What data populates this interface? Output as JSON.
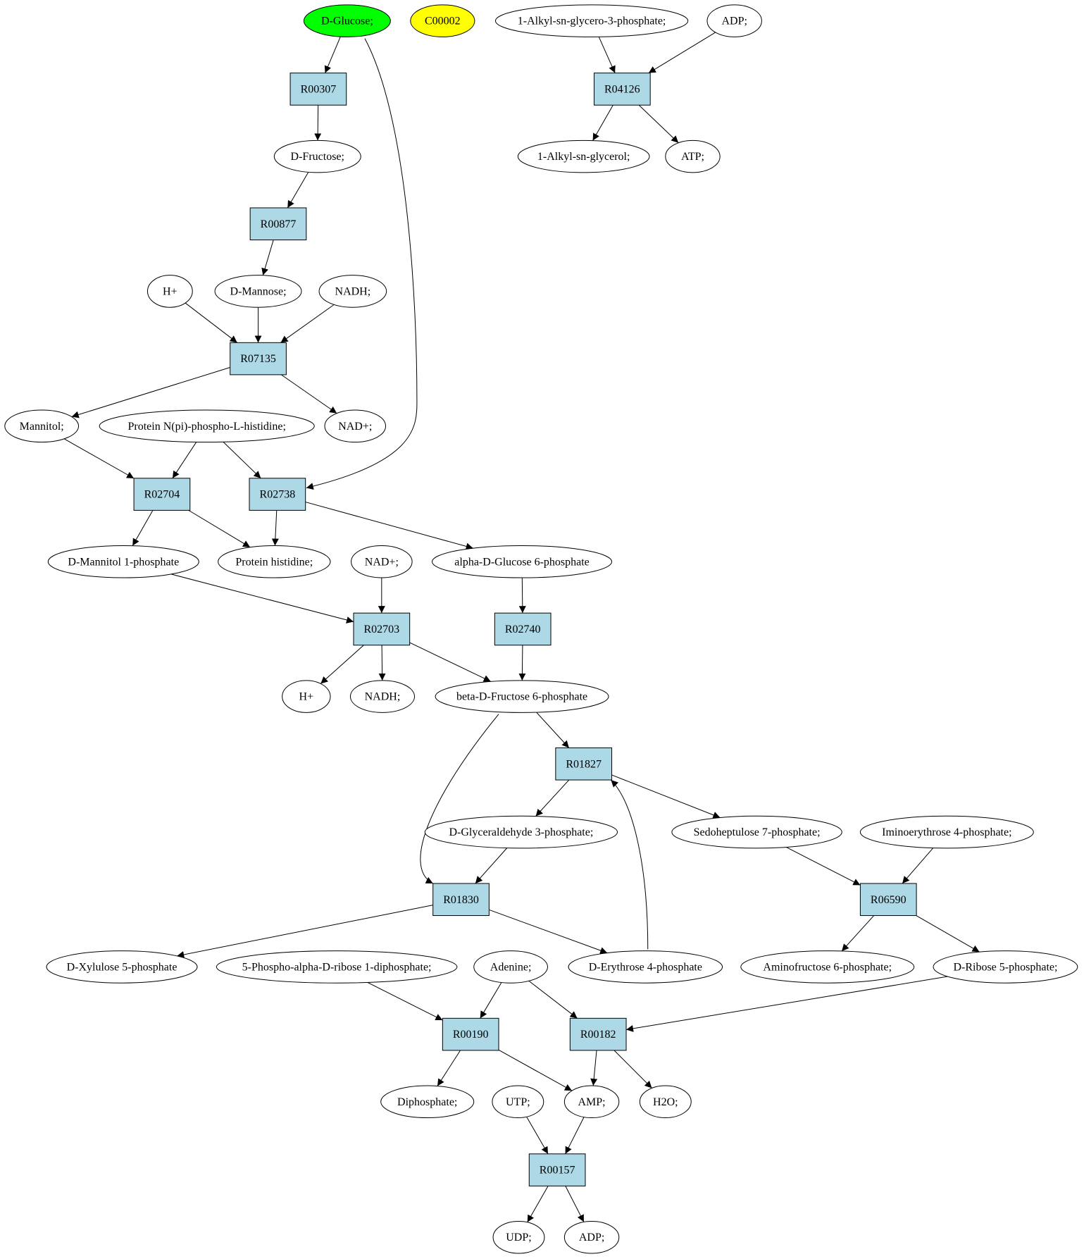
{
  "colors": {
    "reaction_fill": "#add8e6",
    "compound_fill": "#ffffff",
    "highlight_green": "#00ff00",
    "highlight_yellow": "#ffff00",
    "edge": "#000000"
  },
  "compounds": [
    {
      "id": "c_glucose",
      "label": "D-Glucose;",
      "fill": "green"
    },
    {
      "id": "c_c00002",
      "label": "C00002",
      "fill": "yellow"
    },
    {
      "id": "c_alkyl3p",
      "label": "1-Alkyl-sn-glycero-3-phosphate;"
    },
    {
      "id": "c_adp_top",
      "label": "ADP;"
    },
    {
      "id": "c_fructose",
      "label": "D-Fructose;"
    },
    {
      "id": "c_alkylgly",
      "label": "1-Alkyl-sn-glycerol;"
    },
    {
      "id": "c_atp",
      "label": "ATP;"
    },
    {
      "id": "c_hplus1",
      "label": "H+"
    },
    {
      "id": "c_mannose",
      "label": "D-Mannose;"
    },
    {
      "id": "c_nadh1",
      "label": "NADH;"
    },
    {
      "id": "c_mannitol",
      "label": "Mannitol;"
    },
    {
      "id": "c_protnpi",
      "label": "Protein N(pi)-phospho-L-histidine;"
    },
    {
      "id": "c_nadplus1",
      "label": "NAD+;"
    },
    {
      "id": "c_mannitol1p",
      "label": "D-Mannitol 1-phosphate"
    },
    {
      "id": "c_prothis",
      "label": "Protein histidine;"
    },
    {
      "id": "c_nadplus2",
      "label": "NAD+;"
    },
    {
      "id": "c_aglc6p",
      "label": "alpha-D-Glucose 6-phosphate"
    },
    {
      "id": "c_hplus2",
      "label": "H+"
    },
    {
      "id": "c_nadh2",
      "label": "NADH;"
    },
    {
      "id": "c_bfru6p",
      "label": "beta-D-Fructose 6-phosphate"
    },
    {
      "id": "c_gap",
      "label": "D-Glyceraldehyde 3-phosphate;"
    },
    {
      "id": "c_s7p",
      "label": "Sedoheptulose 7-phosphate;"
    },
    {
      "id": "c_imino",
      "label": "Iminoerythrose 4-phosphate;"
    },
    {
      "id": "c_x5p",
      "label": "D-Xylulose 5-phosphate"
    },
    {
      "id": "c_prpp",
      "label": "5-Phospho-alpha-D-ribose 1-diphosphate;"
    },
    {
      "id": "c_adenine",
      "label": "Adenine;"
    },
    {
      "id": "c_e4p",
      "label": "D-Erythrose 4-phosphate"
    },
    {
      "id": "c_af6p",
      "label": "Aminofructose 6-phosphate;"
    },
    {
      "id": "c_r5p",
      "label": "D-Ribose 5-phosphate;"
    },
    {
      "id": "c_diphos",
      "label": "Diphosphate;"
    },
    {
      "id": "c_utp",
      "label": "UTP;"
    },
    {
      "id": "c_amp",
      "label": "AMP;"
    },
    {
      "id": "c_h2o",
      "label": "H2O;"
    },
    {
      "id": "c_udp",
      "label": "UDP;"
    },
    {
      "id": "c_adp_bot",
      "label": "ADP;"
    }
  ],
  "reactions": [
    {
      "id": "r_R00307",
      "label": "R00307"
    },
    {
      "id": "r_R04126",
      "label": "R04126"
    },
    {
      "id": "r_R00877",
      "label": "R00877"
    },
    {
      "id": "r_R07135",
      "label": "R07135"
    },
    {
      "id": "r_R02704",
      "label": "R02704"
    },
    {
      "id": "r_R02738",
      "label": "R02738"
    },
    {
      "id": "r_R02703",
      "label": "R02703"
    },
    {
      "id": "r_R02740",
      "label": "R02740"
    },
    {
      "id": "r_R01827",
      "label": "R01827"
    },
    {
      "id": "r_R01830",
      "label": "R01830"
    },
    {
      "id": "r_R06590",
      "label": "R06590"
    },
    {
      "id": "r_R00190",
      "label": "R00190"
    },
    {
      "id": "r_R00182",
      "label": "R00182"
    },
    {
      "id": "r_R00157",
      "label": "R00157"
    }
  ],
  "edges": [
    [
      "c_glucose",
      "r_R00307"
    ],
    [
      "c_glucose",
      "r_R02738"
    ],
    [
      "r_R00307",
      "c_fructose"
    ],
    [
      "c_alkyl3p",
      "r_R04126"
    ],
    [
      "c_adp_top",
      "r_R04126"
    ],
    [
      "r_R04126",
      "c_alkylgly"
    ],
    [
      "r_R04126",
      "c_atp"
    ],
    [
      "c_fructose",
      "r_R00877"
    ],
    [
      "r_R00877",
      "c_mannose"
    ],
    [
      "c_hplus1",
      "r_R07135"
    ],
    [
      "c_mannose",
      "r_R07135"
    ],
    [
      "c_nadh1",
      "r_R07135"
    ],
    [
      "r_R07135",
      "c_mannitol"
    ],
    [
      "r_R07135",
      "c_nadplus1"
    ],
    [
      "c_mannitol",
      "r_R02704"
    ],
    [
      "c_protnpi",
      "r_R02704"
    ],
    [
      "c_protnpi",
      "r_R02738"
    ],
    [
      "r_R02704",
      "c_mannitol1p"
    ],
    [
      "r_R02704",
      "c_prothis"
    ],
    [
      "r_R02738",
      "c_prothis"
    ],
    [
      "r_R02738",
      "c_aglc6p"
    ],
    [
      "c_mannitol1p",
      "r_R02703"
    ],
    [
      "c_nadplus2",
      "r_R02703"
    ],
    [
      "c_aglc6p",
      "r_R02740"
    ],
    [
      "r_R02703",
      "c_hplus2"
    ],
    [
      "r_R02703",
      "c_nadh2"
    ],
    [
      "r_R02703",
      "c_bfru6p"
    ],
    [
      "r_R02740",
      "c_bfru6p"
    ],
    [
      "c_bfru6p",
      "r_R01827"
    ],
    [
      "c_bfru6p",
      "r_R01830"
    ],
    [
      "r_R01827",
      "c_gap"
    ],
    [
      "r_R01827",
      "c_s7p"
    ],
    [
      "c_e4p",
      "r_R01827"
    ],
    [
      "c_gap",
      "r_R01830"
    ],
    [
      "r_R01830",
      "c_x5p"
    ],
    [
      "r_R01830",
      "c_e4p"
    ],
    [
      "c_s7p",
      "r_R06590"
    ],
    [
      "c_imino",
      "r_R06590"
    ],
    [
      "r_R06590",
      "c_af6p"
    ],
    [
      "r_R06590",
      "c_r5p"
    ],
    [
      "c_prpp",
      "r_R00190"
    ],
    [
      "c_adenine",
      "r_R00190"
    ],
    [
      "c_adenine",
      "r_R00182"
    ],
    [
      "c_r5p",
      "r_R00182"
    ],
    [
      "r_R00190",
      "c_diphos"
    ],
    [
      "r_R00190",
      "c_amp"
    ],
    [
      "r_R00182",
      "c_amp"
    ],
    [
      "r_R00182",
      "c_h2o"
    ],
    [
      "c_utp",
      "r_R00157"
    ],
    [
      "c_amp",
      "r_R00157"
    ],
    [
      "r_R00157",
      "c_udp"
    ],
    [
      "r_R00157",
      "c_adp_bot"
    ]
  ]
}
